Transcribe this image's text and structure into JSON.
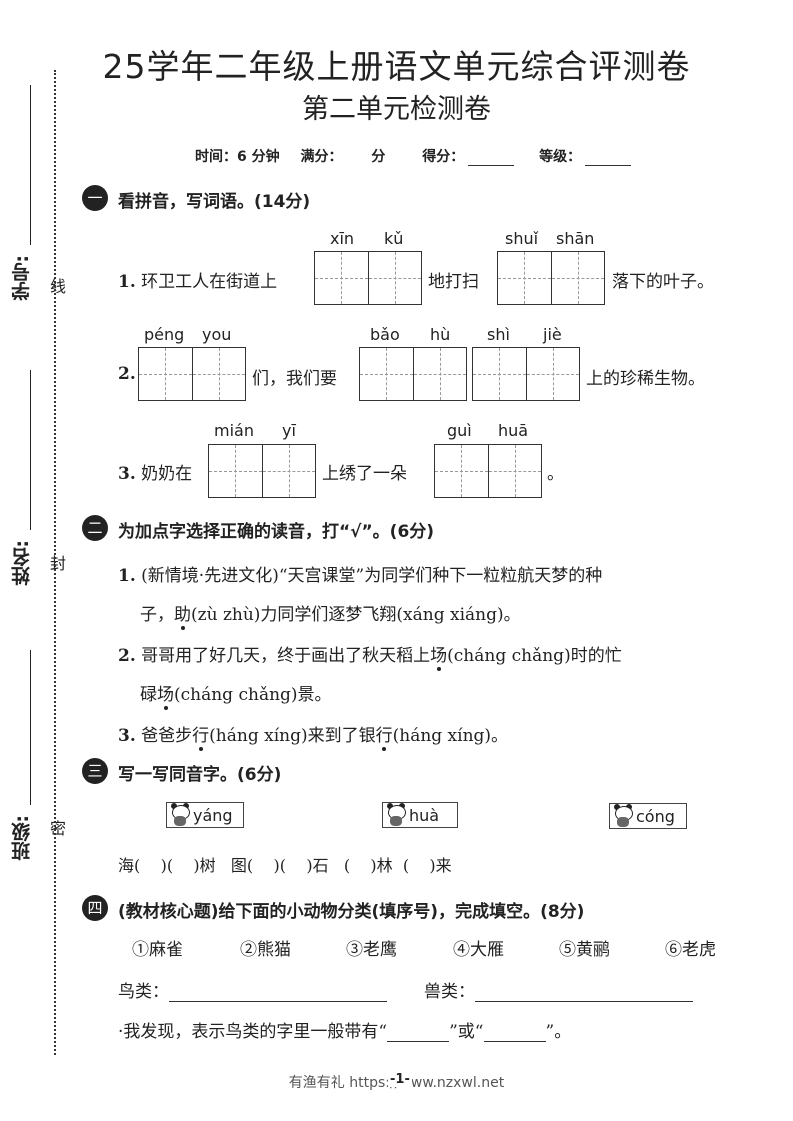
{
  "header": {
    "title": "25学年二年级上册语文单元综合评测卷",
    "subtitle": "第二单元检测卷",
    "meta": {
      "time": "时间：6 分钟",
      "full_score": "满分：",
      "full_score_unit": "分",
      "score": "得分：",
      "grade": "等级："
    }
  },
  "sidebar": {
    "student_id": "学号:",
    "name": "姓名:",
    "class": "班级:",
    "mark_line": "线",
    "mark_seal": "封",
    "mark_secret": "密"
  },
  "sections": [
    {
      "num": "一",
      "title": "看拼音，写词语。(14分)",
      "questions": [
        {
          "num": "1.",
          "text_a": "环卫工人在街道上",
          "pinyin_a": [
            "xīn",
            "kǔ"
          ],
          "text_b": "地打扫",
          "pinyin_b": [
            "shuǐ",
            "shān"
          ],
          "text_c": "落下的叶子。"
        },
        {
          "num": "2.",
          "pinyin_a": [
            "péng",
            "you"
          ],
          "text_a": "们，我们要",
          "pinyin_b": [
            "bǎo",
            "hù"
          ],
          "pinyin_c": [
            "shì",
            "jiè"
          ],
          "text_b": "上的珍稀生物。"
        },
        {
          "num": "3.",
          "text_a": "奶奶在",
          "pinyin_a": [
            "mián",
            "yī"
          ],
          "text_b": "上绣了一朵",
          "pinyin_b": [
            "guì",
            "huā"
          ],
          "text_c": "。"
        }
      ]
    },
    {
      "num": "二",
      "title": "为加点字选择正确的读音，打“√”。(6分)",
      "questions": [
        {
          "num": "1.",
          "line1": "(新情境·先进文化)“天宫课堂”为同学们种下一粒粒航天梦的种",
          "line2_a": "子，",
          "line2_dot": "助",
          "line2_b": "(zù  zhù)力同学们逐梦飞翔(xáng  xiáng)。"
        },
        {
          "num": "2.",
          "line1_a": "哥哥用了好几天，终于画出了秋天稻上",
          "line1_dot": "场",
          "line1_b": "(cháng  chǎng)时的忙",
          "line2_a": "碌",
          "line2_dot": "场",
          "line2_b": "(cháng  chǎng)景。"
        },
        {
          "num": "3.",
          "text_a": "爸爸步",
          "dot_a": "行",
          "text_b": "(háng  xíng)来到了银",
          "dot_b": "行",
          "text_c": "(háng  xíng)。"
        }
      ]
    },
    {
      "num": "三",
      "title": "写一写同音字。(6分)",
      "pinyin_boxes": [
        "yáng",
        "huà",
        "cóng"
      ],
      "blanks": "海(    )(    )树   图(    )(    )石   (    )林  (    )来"
    },
    {
      "num": "四",
      "title": "(教材核心题)给下面的小动物分类(填序号)，完成填空。(8分)",
      "animals": [
        "①麻雀",
        "②熊猫",
        "③老鹰",
        "④大雁",
        "⑤黄鹂",
        "⑥老虎"
      ],
      "bird_label": "鸟类：",
      "beast_label": "兽类：",
      "finding_a": "·我发现，表示鸟类的字里一般带有“",
      "finding_b": "”或“",
      "finding_c": "”。"
    }
  ],
  "footer": "有渔有礼 https://www.nzxwl.net",
  "page_num": "-1-"
}
